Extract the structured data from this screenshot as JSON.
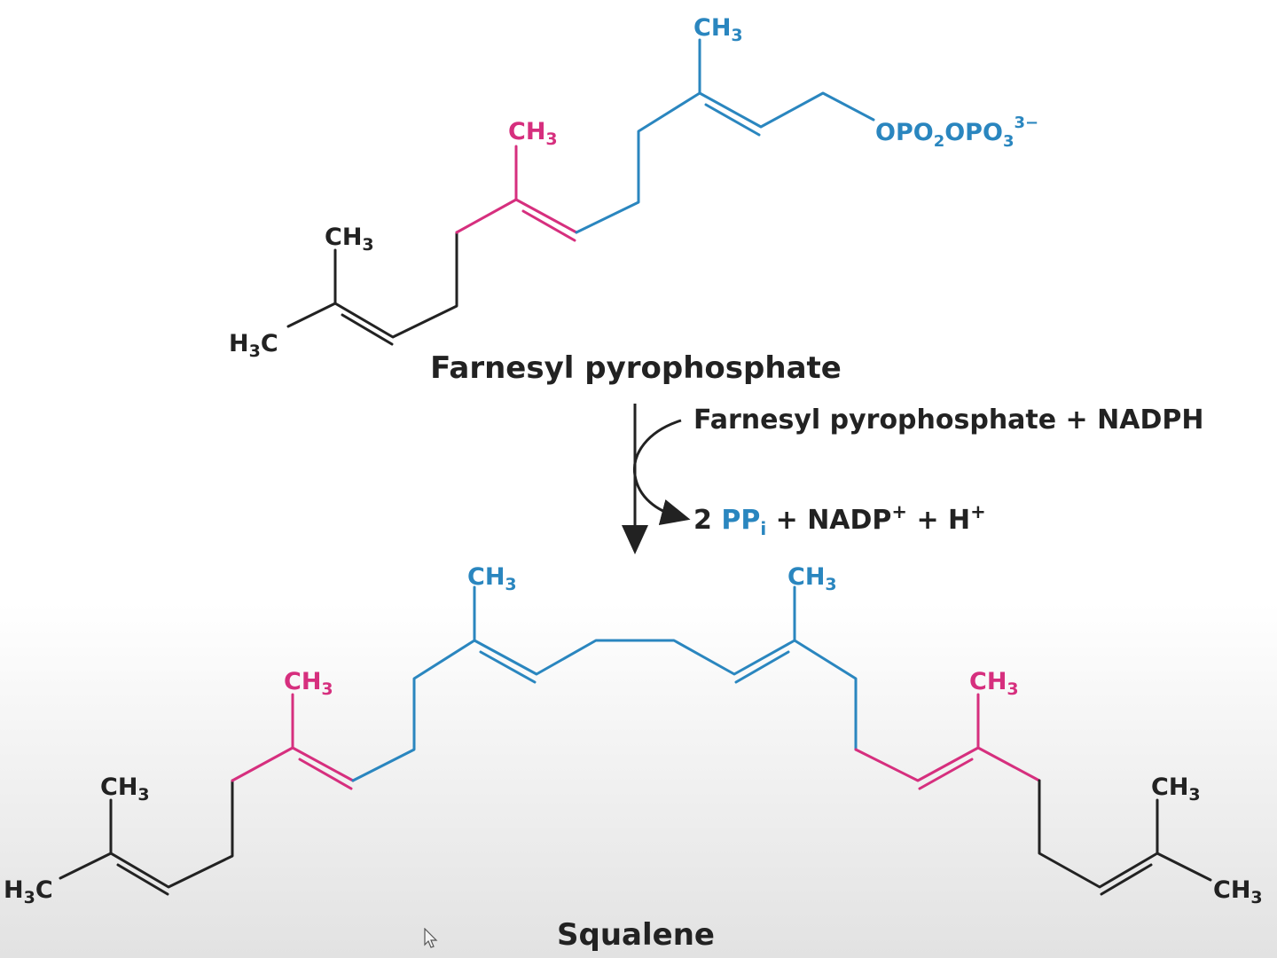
{
  "colors": {
    "black": "#222222",
    "blue": "#2a86bf",
    "magenta": "#d62f7e"
  },
  "top_molecule": {
    "ch3_top": "CH",
    "ch3_mid": "CH",
    "ch3_left": "CH",
    "h3c_left": "C",
    "h3c_h": "H",
    "sub3": "3",
    "group_opo": "OPO",
    "group_sub2": "2",
    "group_opo3": "OPO",
    "group_sub3": "3",
    "group_charge": "3−",
    "name": "Farnesyl pyrophosphate"
  },
  "reaction": {
    "input": "Farnesyl pyrophosphate + NADPH",
    "out_coef": "2 ",
    "out_pp": "PP",
    "out_sub_i": "i",
    "out_plus1": " + NADP",
    "out_sup_plus1": "+",
    "out_plus2": " + H",
    "out_sup_plus2": "+"
  },
  "bottom_molecule": {
    "ch3": "CH",
    "h3c_h": "H",
    "h3c_c": "C",
    "sub3": "3",
    "name": "Squalene"
  }
}
